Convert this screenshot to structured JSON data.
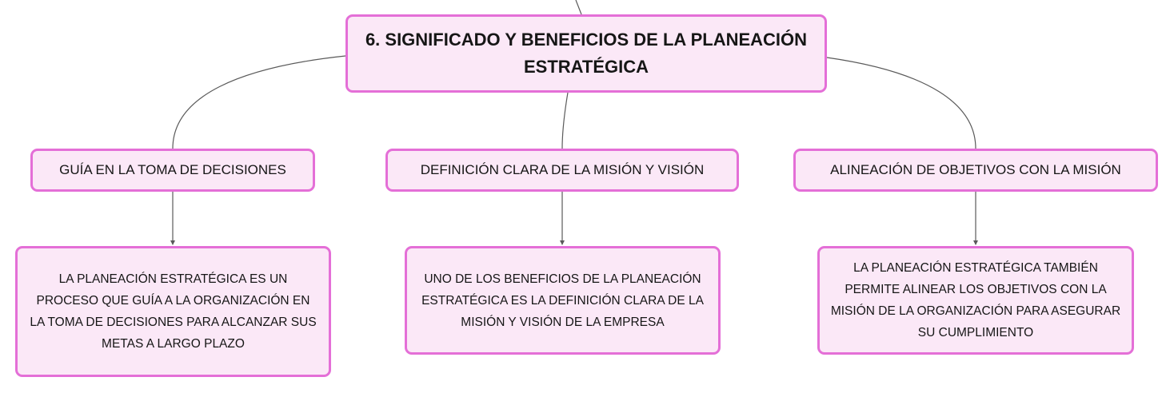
{
  "mindmap": {
    "root": {
      "title": "6. SIGNIFICADO Y BENEFICIOS DE LA PLANEACIÓN ESTRATÉGICA"
    },
    "branches": [
      {
        "label": "GUÍA EN LA TOMA DE DECISIONES",
        "detail": "LA PLANEACIÓN ESTRATÉGICA ES UN PROCESO QUE GUÍA A LA ORGANIZACIÓN EN LA TOMA DE DECISIONES PARA ALCANZAR SUS METAS A LARGO PLAZO"
      },
      {
        "label": "DEFINICIÓN CLARA DE LA MISIÓN Y VISIÓN",
        "detail": "UNO DE LOS BENEFICIOS DE LA PLANEACIÓN ESTRATÉGICA ES LA DEFINICIÓN CLARA DE LA MISIÓN Y VISIÓN DE LA EMPRESA"
      },
      {
        "label": "ALINEACIÓN DE OBJETIVOS CON LA MISIÓN",
        "detail": "LA PLANEACIÓN ESTRATÉGICA TAMBIÉN PERMITE ALINEAR LOS OBJETIVOS CON LA MISIÓN DE LA ORGANIZACIÓN PARA ASEGURAR SU CUMPLIMIENTO"
      }
    ],
    "colors": {
      "node_fill": "#fbe8f7",
      "node_border": "#e46fd7",
      "connector": "#5a5a5a",
      "text": "#161616"
    }
  }
}
